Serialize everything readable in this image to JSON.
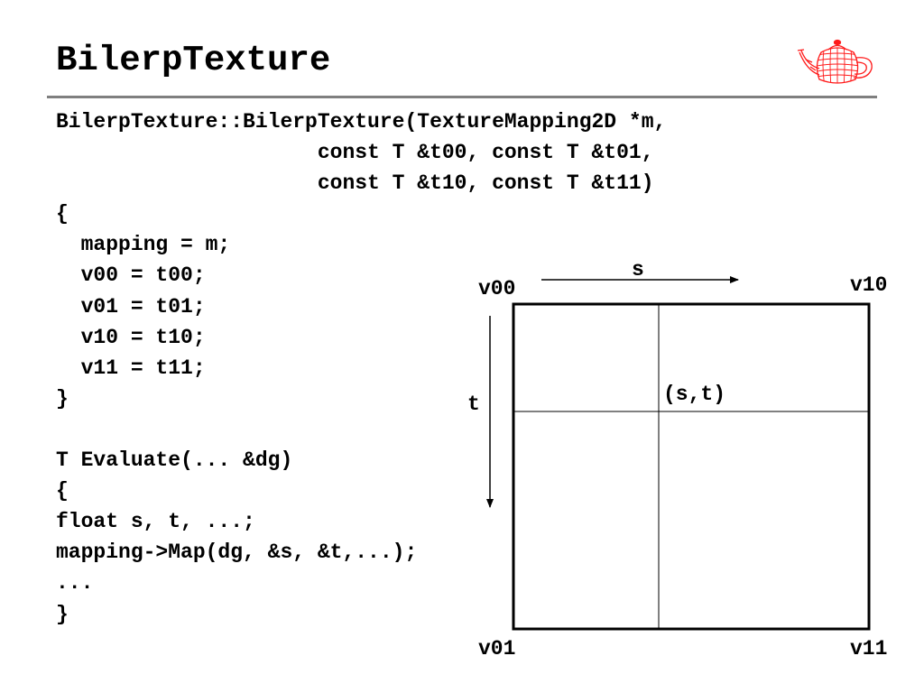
{
  "title": "BilerpTexture",
  "icons": {
    "logo": "teapot-icon"
  },
  "colors": {
    "logo": "#ff1a1a",
    "rule": "#7f7f7f"
  },
  "code": [
    "BilerpTexture::BilerpTexture(TextureMapping2D *m,",
    "                     const T &t00, const T &t01,",
    "                     const T &t10, const T &t11)",
    "{",
    "  mapping = m;",
    "  v00 = t00;",
    "  v01 = t01;",
    "  v10 = t10;",
    "  v11 = t11;",
    "}",
    "",
    "T Evaluate(... &dg)",
    "{",
    "float s, t, ...;",
    "mapping->Map(dg, &s, &t,...);",
    "...",
    "}"
  ],
  "diagram": {
    "corner_top_left": "v00",
    "corner_top_right": "v10",
    "corner_bottom_left": "v01",
    "corner_bottom_right": "v11",
    "axis_s": "s",
    "axis_t": "t",
    "point": "(s,t)"
  }
}
